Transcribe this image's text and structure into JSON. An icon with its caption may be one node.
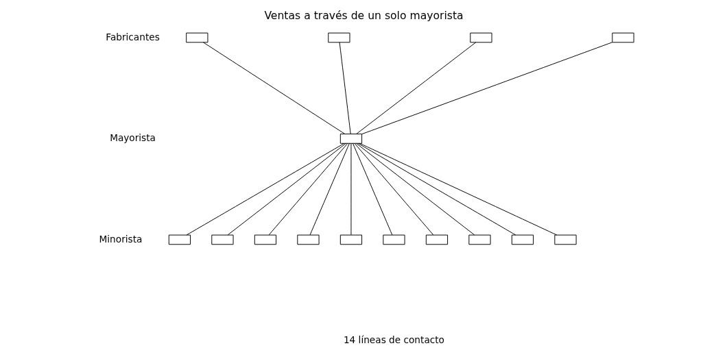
{
  "diagram": {
    "title": "Ventas a través de un solo mayorista",
    "nodes": [
      {
        "text": [],
        "shape": "box"
      },
      {
        "text": [],
        "shape": "box"
      },
      {
        "text": [],
        "shape": "box"
      },
      {
        "text": [],
        "shape": "box"
      },
      {
        "text": [],
        "shape": "box"
      },
      {
        "text": [],
        "shape": "box"
      },
      {
        "text": [],
        "shape": "box"
      },
      {
        "text": [],
        "shape": "box"
      },
      {
        "text": [],
        "shape": "box"
      },
      {
        "text": [],
        "shape": "box"
      },
      {
        "text": [],
        "shape": "box"
      },
      {
        "text": [],
        "shape": "box"
      },
      {
        "text": [],
        "shape": "box"
      },
      {
        "text": [],
        "shape": "box"
      },
      {
        "text": [],
        "shape": "box"
      }
    ],
    "edges": [
      {
        "from": 0,
        "to": 4,
        "arrow": "none"
      },
      {
        "from": 1,
        "to": 4,
        "arrow": "none"
      },
      {
        "from": 2,
        "to": 4,
        "arrow": "none"
      },
      {
        "from": 3,
        "to": 4,
        "arrow": "none"
      },
      {
        "from": 4,
        "to": 5,
        "arrow": "none"
      },
      {
        "from": 4,
        "to": 6,
        "arrow": "none"
      },
      {
        "from": 4,
        "to": 7,
        "arrow": "none"
      },
      {
        "from": 4,
        "to": 8,
        "arrow": "none"
      },
      {
        "from": 4,
        "to": 9,
        "arrow": "none"
      },
      {
        "from": 4,
        "to": 10,
        "arrow": "none"
      },
      {
        "from": 4,
        "to": 11,
        "arrow": "none"
      },
      {
        "from": 4,
        "to": 12,
        "arrow": "none"
      },
      {
        "from": 4,
        "to": 13,
        "arrow": "none"
      },
      {
        "from": 4,
        "to": 14,
        "arrow": "none"
      }
    ],
    "labels": [
      "Fabricantes",
      "Mayorista",
      "Minorista",
      "14 líneas de contacto"
    ]
  }
}
